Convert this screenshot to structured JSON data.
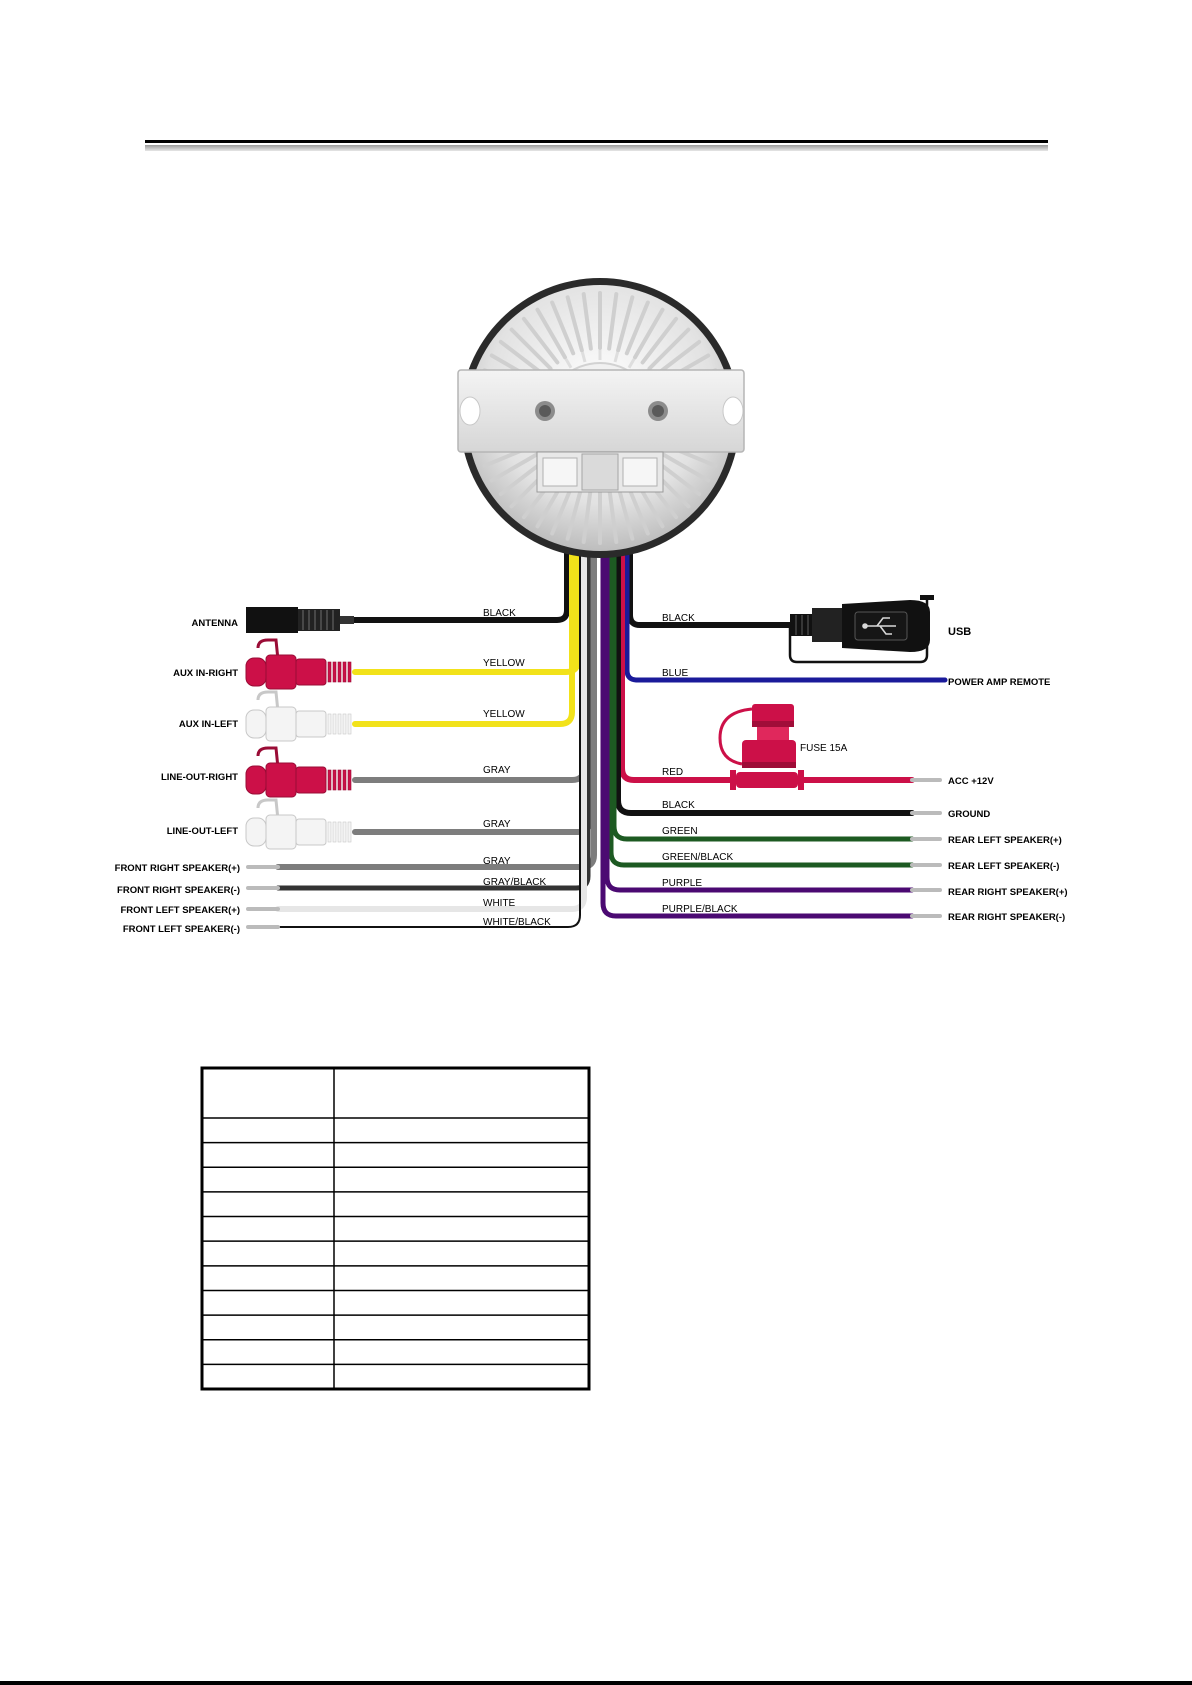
{
  "labels_left": [
    {
      "id": "antenna",
      "text": "ANTENNA"
    },
    {
      "id": "aux-in-right",
      "text": "AUX IN-RIGHT"
    },
    {
      "id": "aux-in-left",
      "text": "AUX IN-LEFT"
    },
    {
      "id": "line-out-right",
      "text": "LINE-OUT-RIGHT"
    },
    {
      "id": "line-out-left",
      "text": "LINE-OUT-LEFT"
    },
    {
      "id": "front-right-pos",
      "text": "FRONT RIGHT SPEAKER(+)"
    },
    {
      "id": "front-right-neg",
      "text": "FRONT RIGHT SPEAKER(-)"
    },
    {
      "id": "front-left-pos",
      "text": "FRONT LEFT SPEAKER(+)"
    },
    {
      "id": "front-left-neg",
      "text": "FRONT LEFT SPEAKER(-)"
    }
  ],
  "labels_right": [
    {
      "id": "usb",
      "text": "USB"
    },
    {
      "id": "power-amp-remote",
      "text": "POWER AMP REMOTE"
    },
    {
      "id": "acc",
      "text": "ACC +12V"
    },
    {
      "id": "ground",
      "text": "GROUND"
    },
    {
      "id": "rear-left-pos",
      "text": "REAR LEFT SPEAKER(+)"
    },
    {
      "id": "rear-left-neg",
      "text": "REAR LEFT SPEAKER(-)"
    },
    {
      "id": "rear-right-pos",
      "text": "REAR RIGHT SPEAKER(+)"
    },
    {
      "id": "rear-right-neg",
      "text": "REAR RIGHT SPEAKER(-)"
    }
  ],
  "wire_labels_left": [
    {
      "id": "antenna",
      "text": "BLACK"
    },
    {
      "id": "aux-in-right",
      "text": "YELLOW"
    },
    {
      "id": "aux-in-left",
      "text": "YELLOW"
    },
    {
      "id": "line-out-right",
      "text": "GRAY"
    },
    {
      "id": "line-out-left",
      "text": "GRAY"
    },
    {
      "id": "front-right-pos",
      "text": "GRAY"
    },
    {
      "id": "front-right-neg",
      "text": "GRAY/BLACK"
    },
    {
      "id": "front-left-pos",
      "text": "WHITE"
    },
    {
      "id": "front-left-neg",
      "text": "WHITE/BLACK"
    }
  ],
  "wire_labels_right": [
    {
      "id": "usb",
      "text": "BLACK"
    },
    {
      "id": "power-amp-remote",
      "text": "BLUE"
    },
    {
      "id": "acc",
      "text": "RED"
    },
    {
      "id": "ground",
      "text": "BLACK"
    },
    {
      "id": "rear-left-pos",
      "text": "GREEN"
    },
    {
      "id": "rear-left-neg",
      "text": "GREEN/BLACK"
    },
    {
      "id": "rear-right-pos",
      "text": "PURPLE"
    },
    {
      "id": "rear-right-neg",
      "text": "PURPLE/BLACK"
    }
  ],
  "fuse_label": "FUSE 15A",
  "wire_colors": {
    "black": "#111111",
    "yellow": "#f2e21a",
    "gray": "#7d7d7d",
    "white": "#ececec",
    "blue": "#1a1a9a",
    "red": "#cc1048",
    "green": "#1d5a22",
    "purple": "#4b0a72"
  },
  "table": {
    "rows": 11,
    "columns": 2,
    "cells": []
  }
}
